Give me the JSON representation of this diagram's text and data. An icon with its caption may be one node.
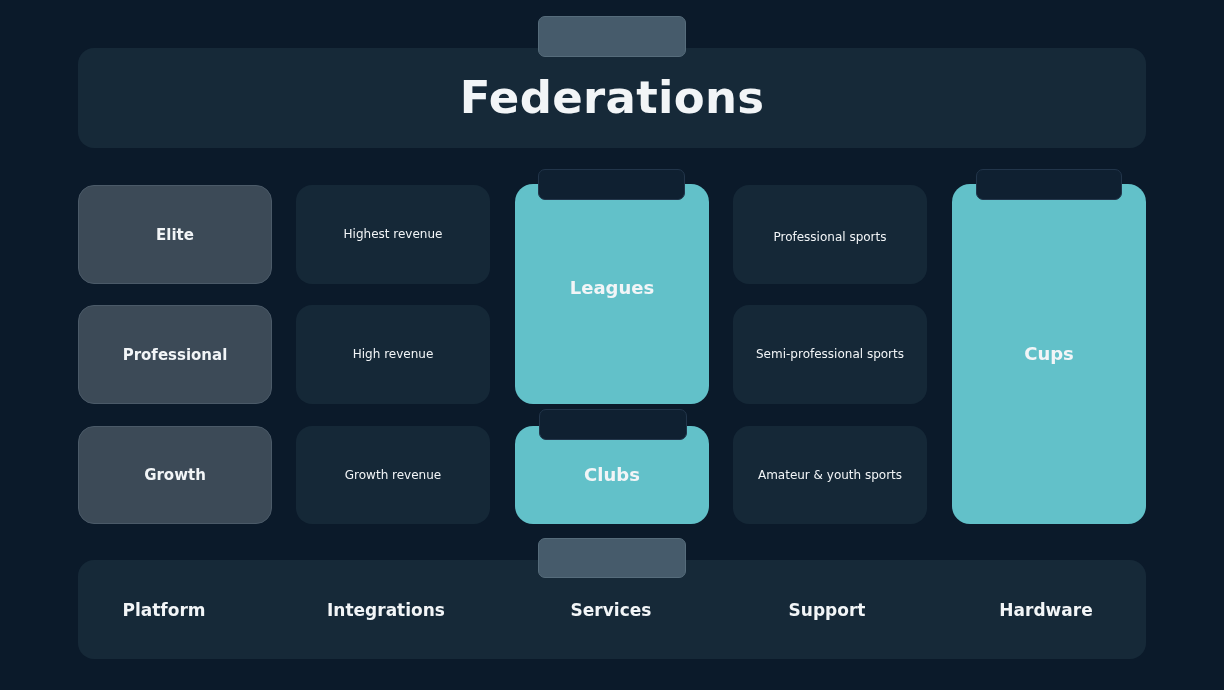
{
  "diagram": {
    "nodes": [
      {
        "text": [],
        "shape": "box"
      },
      {
        "text": [
          "Federations"
        ]
      },
      {
        "text": [
          "Elite"
        ]
      },
      {
        "text": [
          "Highest revenue"
        ]
      },
      {
        "text": [],
        "shape": "box"
      },
      {
        "text": [
          "Leagues"
        ]
      },
      {
        "text": [
          "Professional sports"
        ]
      },
      {
        "text": [],
        "shape": "box"
      },
      {
        "text": [
          "Cups"
        ]
      },
      {
        "text": [
          "Professional"
        ]
      },
      {
        "text": [
          "High revenue"
        ]
      },
      {
        "text": [
          "Semi-professional sports"
        ]
      },
      {
        "text": [],
        "shape": "box"
      },
      {
        "text": [
          "Clubs"
        ]
      },
      {
        "text": [
          "Growth"
        ]
      },
      {
        "text": [
          "Growth revenue"
        ]
      },
      {
        "text": [
          "Amateur & youth sports"
        ]
      },
      {
        "text": [],
        "shape": "box"
      },
      {
        "text": [
          "Platform",
          "Integrations",
          "Services",
          "Support",
          "Hardware"
        ]
      }
    ]
  }
}
